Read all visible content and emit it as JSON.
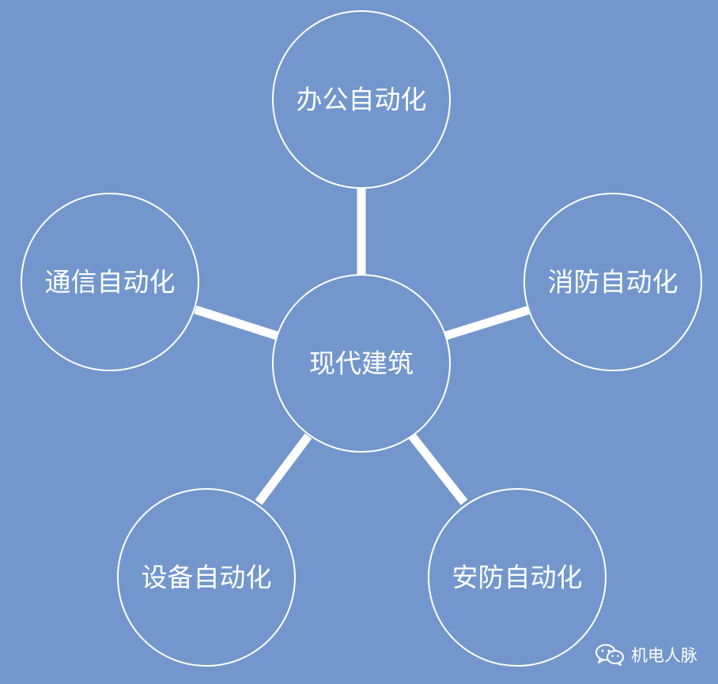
{
  "diagram": {
    "center": {
      "label": "现代建筑"
    },
    "nodes": [
      {
        "id": "office",
        "label": "办公自动化"
      },
      {
        "id": "fire",
        "label": "消防自动化"
      },
      {
        "id": "security",
        "label": "安防自动化"
      },
      {
        "id": "equipment",
        "label": "设备自动化"
      },
      {
        "id": "comm",
        "label": "通信自动化"
      }
    ],
    "colors": {
      "background": "#7397cc",
      "line": "#ffffff",
      "text": "#ffffff"
    }
  },
  "watermark": {
    "icon": "wechat-icon",
    "text": "机电人脉"
  }
}
